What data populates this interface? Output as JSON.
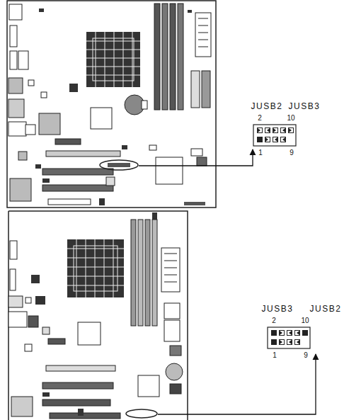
{
  "diagram": {
    "labels": [
      "JUSB2",
      "JUSB3",
      "2",
      "10",
      "1",
      "9",
      "JUSB3",
      "JUSB2",
      "2",
      "10",
      "1",
      "9"
    ]
  }
}
